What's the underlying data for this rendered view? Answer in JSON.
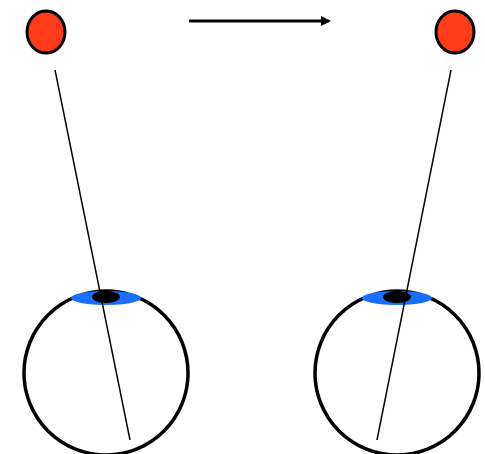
{
  "colors": {
    "background": "#ffffff",
    "target_fill": "#ff3b1a",
    "outline": "#000000",
    "iris": "#1a6fff",
    "pupil": "#000000"
  },
  "icons": {
    "motion_arrow": "right-arrow-icon",
    "target": "circle-target-icon"
  },
  "panels": [
    {
      "id": "left",
      "eye_name": "eye-left",
      "target_name": "target-left",
      "sightline_name": "sightline-left"
    },
    {
      "id": "right",
      "eye_name": "eye-right",
      "target_name": "target-right",
      "sightline_name": "sightline-right"
    }
  ]
}
